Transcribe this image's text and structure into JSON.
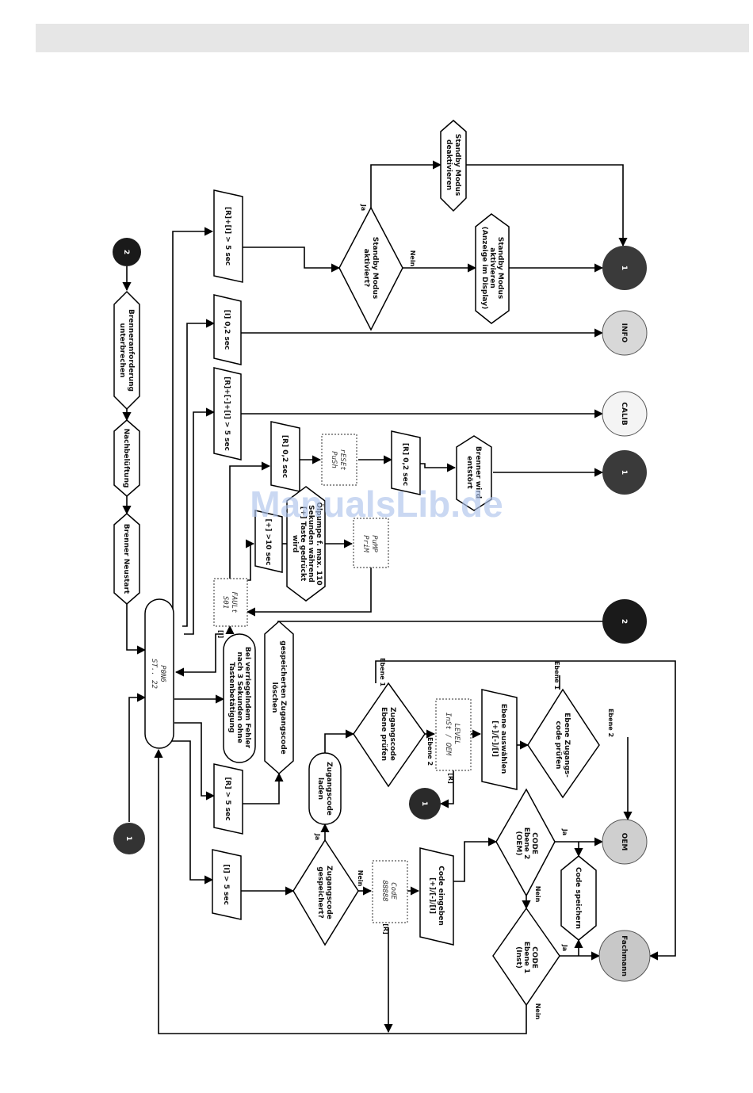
{
  "watermark": "ManualsLib.de",
  "connectors": {
    "c1": "1",
    "c2": "2"
  },
  "nodes": {
    "brenner_neustart": "Brenner Neustart",
    "nachbelueftung": "Nachbelüftung",
    "brenneranforderung_l1": "Brenneranforderung",
    "brenneranforderung_l2": "unterbrechen",
    "main_display_l1": "P0N6",
    "main_display_l2": "ST.. 22",
    "rp_5sec": "[R]+[I] > 5 sec",
    "i_02sec": "[I] 0,2 sec",
    "rmi_5sec": "[R]+[-]+[I] > 5 sec",
    "r_02sec": "[R] 0,2 sec",
    "reset_display_l1": "rESEt",
    "reset_display_l2": "PuSh",
    "r_02sec_b": "[R] 0,2 sec",
    "brenner_entstoert_l1": "Brenner wird",
    "brenner_entstoert_l2": "entstört",
    "standby_q_l1": "Standby Modus",
    "standby_q_l2": "aktiviert?",
    "standby_deact_l1": "Standby Modus",
    "standby_deact_l2": "deaktivieren",
    "standby_act_l1": "Standby Modus",
    "standby_act_l2": "aktivieren",
    "standby_act_l3": "(Anzeige im Display)",
    "info": "INFO",
    "calib": "CALIB",
    "plus_10sec": "[+] >10 sec",
    "oelpumpe_l1": "Ölpumpe f. max. 110",
    "oelpumpe_l2": "Sekunden während",
    "oelpumpe_l3": "[+] Taste gedrückt",
    "oelpumpe_l4": "wird",
    "pump_display_l1": "PuMP",
    "pump_display_l2": "PriM",
    "fault_display_l1": "FAULt",
    "fault_display_l2": "S01",
    "i_label": "[I]",
    "verriegelnd_l1": "Bei verriegelndem Fehler",
    "verriegelnd_l2": "nach 3 Sekunden ohne",
    "verriegelnd_l3": "Tastenbetätigung",
    "code_loeschen_l1": "gespeicherten Zugangscode",
    "code_loeschen_l2": "löschen",
    "r_5sec": "[R] > 5 sec",
    "i_5sec": "[I] > 5 sec",
    "zugangscode_q_l1": "Zugangscode",
    "zugangscode_q_l2": "gespeichert?",
    "zugangscode_laden_l1": "Zugangscode",
    "zugangscode_laden_l2": "laden",
    "ebene_pruefen_l1": "Zugangscode",
    "ebene_pruefen_l2": "Ebene prüfen",
    "level_display_l1": "LEVEL",
    "level_display_l2": "InSt / OEM",
    "ebene_auswaehlen_l1": "Ebene auswählen",
    "ebene_auswaehlen_l2": "[+]/[-]/[I]",
    "ebene_code_pruefen_l1": "Ebene Zugangs-",
    "ebene_code_pruefen_l2": "code prüfen",
    "code_display_l1": "CodE",
    "code_display_l2": "88888",
    "code_eingeben_l1": "Code eingeben",
    "code_eingeben_l2": "[+]/[-]/[I]",
    "code_ebene2_l1": "CODE",
    "code_ebene2_l2": "Ebene 2",
    "code_ebene2_l3": "(OEM)",
    "code_ebene1_l1": "CODE",
    "code_ebene1_l2": "Ebene 1",
    "code_ebene1_l3": "(Inst)",
    "code_speichern": "Code speichern",
    "oem": "OEM",
    "fachmann": "Fachmann"
  },
  "labels": {
    "ja": "Ja",
    "nein": "Nein",
    "ebene1": "Ebene 1",
    "ebene2": "Ebene 2",
    "r": "[R]"
  }
}
